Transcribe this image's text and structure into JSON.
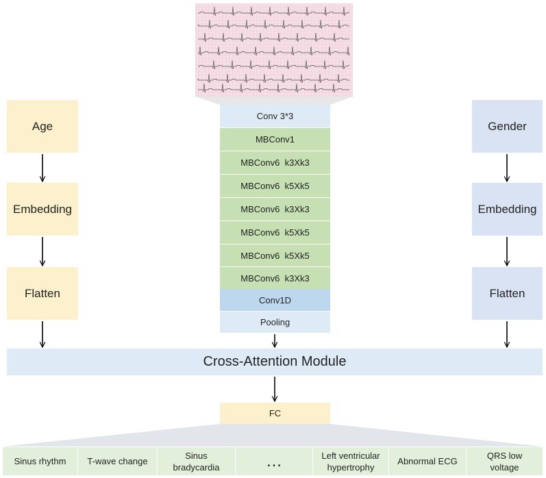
{
  "side_inputs": {
    "age": {
      "title": "Age",
      "embedding": "Embedding",
      "flatten": "Flatten"
    },
    "gender": {
      "title": "Gender",
      "embedding": "Embedding",
      "flatten": "Flatten"
    }
  },
  "backbone": {
    "first": "Conv 3*3",
    "mbconv_blocks": [
      "MBConv1",
      "MBConv6  k3Xk3",
      "MBConv6  k5Xk5",
      "MBConv6  k3Xk3",
      "MBConv6  k5Xk5",
      "MBConv6  k5Xk5",
      "MBConv6  k3Xk3"
    ],
    "conv1d": "Conv1D",
    "pooling": "Pooling"
  },
  "cross_attention": "Cross-Attention Module",
  "fc": "FC",
  "outputs": [
    "Sinus rhythm",
    "T-wave change",
    "Sinus bradycardia",
    "…",
    "Left ventricular hypertrophy",
    "Abnormal ECG",
    "QRS low voltage"
  ],
  "colors": {
    "yellow": "#fdf0cc",
    "blue": "#dae3f3",
    "green": "#c6e0b4",
    "conv1d": "#bdd7ee",
    "pooling": "#deebf7",
    "outputs": "#e2efda",
    "ecg_grid": "#f6dfe6",
    "ecg_trace": "#555555"
  }
}
